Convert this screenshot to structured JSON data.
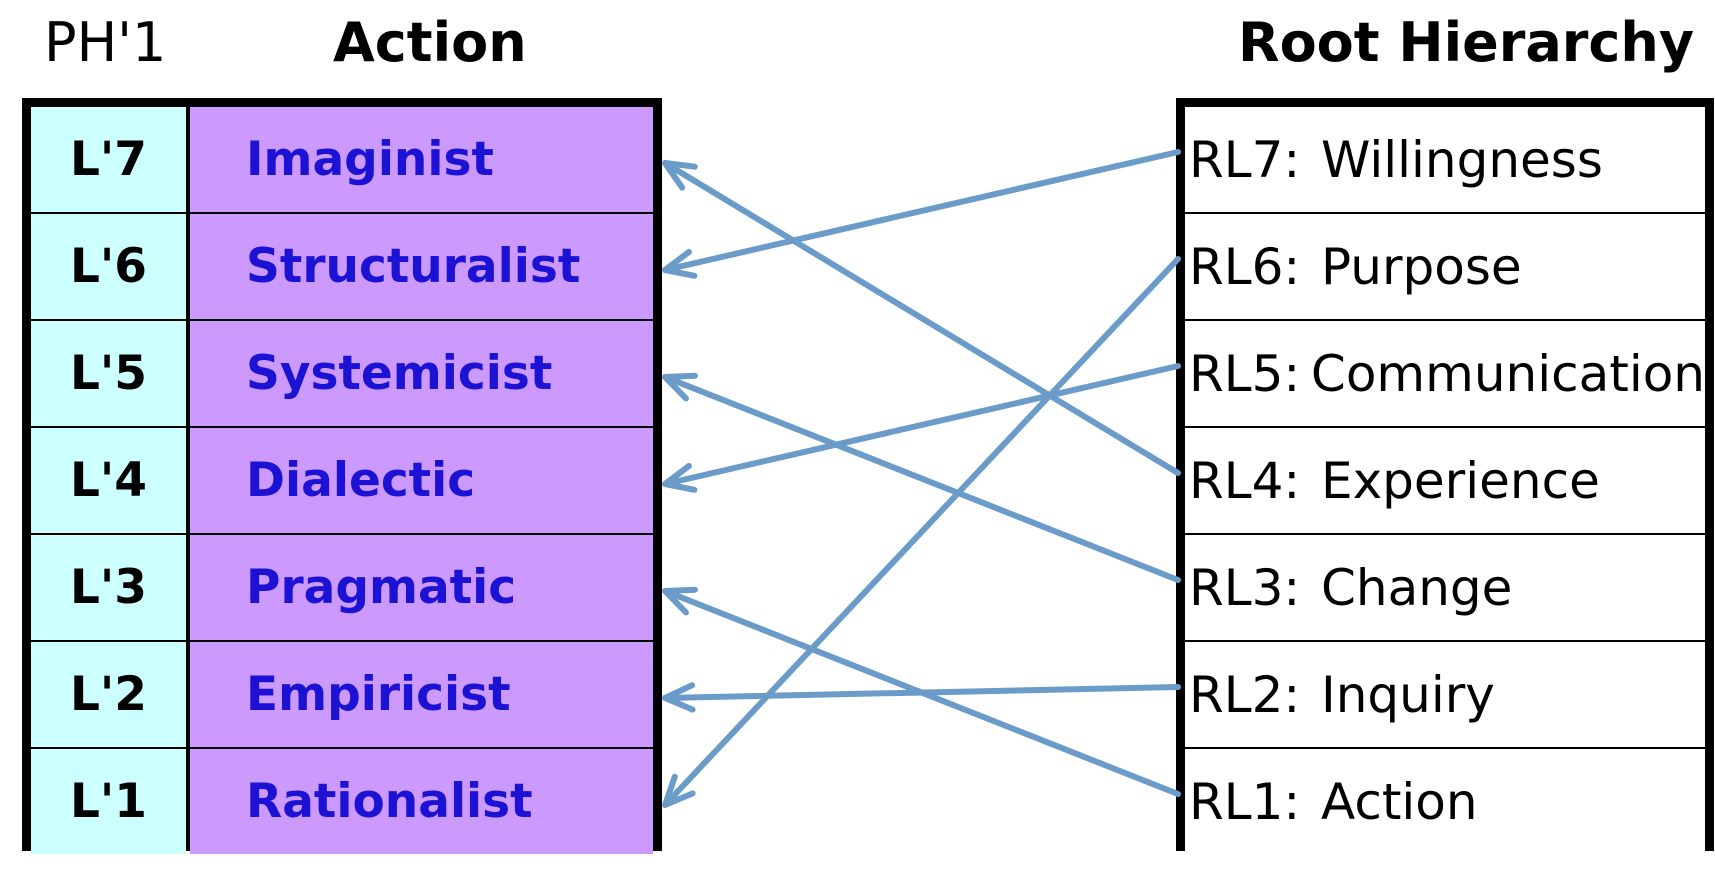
{
  "headers": {
    "ph": "PH'1",
    "action": "Action",
    "root": "Root Hierarchy"
  },
  "left_rows": [
    {
      "level": "L'7",
      "action": "Imaginist"
    },
    {
      "level": "L'6",
      "action": "Structuralist"
    },
    {
      "level": "L'5",
      "action": "Systemicist"
    },
    {
      "level": "L'4",
      "action": "Dialectic"
    },
    {
      "level": "L'3",
      "action": "Pragmatic"
    },
    {
      "level": "L'2",
      "action": "Empiricist"
    },
    {
      "level": "L'1",
      "action": "Rationalist"
    }
  ],
  "right_rows": [
    {
      "code": "RL7:",
      "name": "Willingness"
    },
    {
      "code": "RL6:",
      "name": "Purpose"
    },
    {
      "code": "RL5:",
      "name": "Communication"
    },
    {
      "code": "RL4:",
      "name": "Experience"
    },
    {
      "code": "RL3:",
      "name": "Change"
    },
    {
      "code": "RL2:",
      "name": "Inquiry"
    },
    {
      "code": "RL1:",
      "name": "Action"
    }
  ],
  "connections": [
    {
      "from": "RL7",
      "to": "L'6"
    },
    {
      "from": "RL6",
      "to": "L'1"
    },
    {
      "from": "RL5",
      "to": "L'4"
    },
    {
      "from": "RL4",
      "to": "L'7"
    },
    {
      "from": "RL3",
      "to": "L'5"
    },
    {
      "from": "RL2",
      "to": "L'2"
    },
    {
      "from": "RL1",
      "to": "L'3"
    }
  ],
  "colors": {
    "level_bg": "#ccffff",
    "action_bg": "#cc99ff",
    "action_text": "#1c12d4",
    "arrow": "#6b9bc9"
  }
}
